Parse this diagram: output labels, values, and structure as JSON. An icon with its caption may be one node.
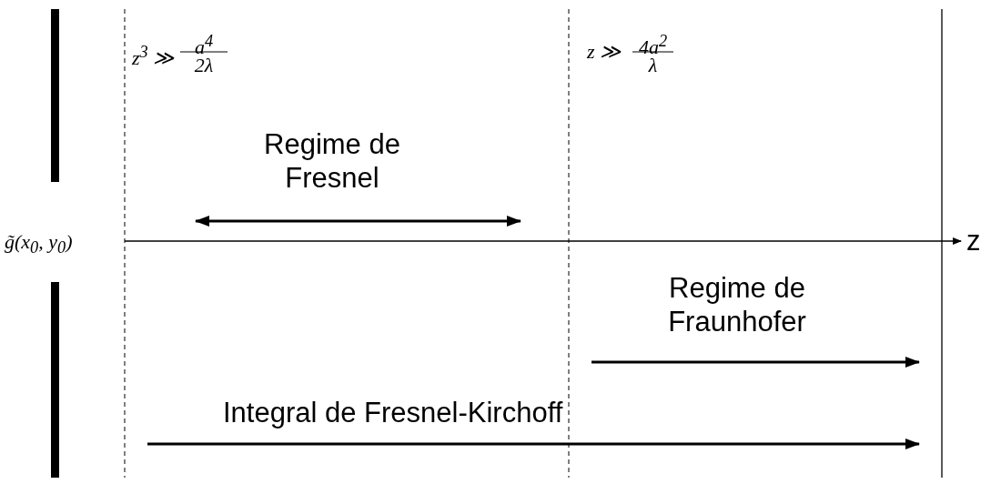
{
  "diagram": {
    "labels": [
      "z$^{3}$ ≫",
      "a$^{4}$",
      "2λ",
      "z ≫",
      "4a$^{2}$",
      "λ",
      "g̃(x$_{0}$, y$_{0}$)",
      "Regime de Fresnel",
      "z",
      "Regime de Fraunhofer",
      "Integral de Fresnel-Kirchoff"
    ]
  }
}
